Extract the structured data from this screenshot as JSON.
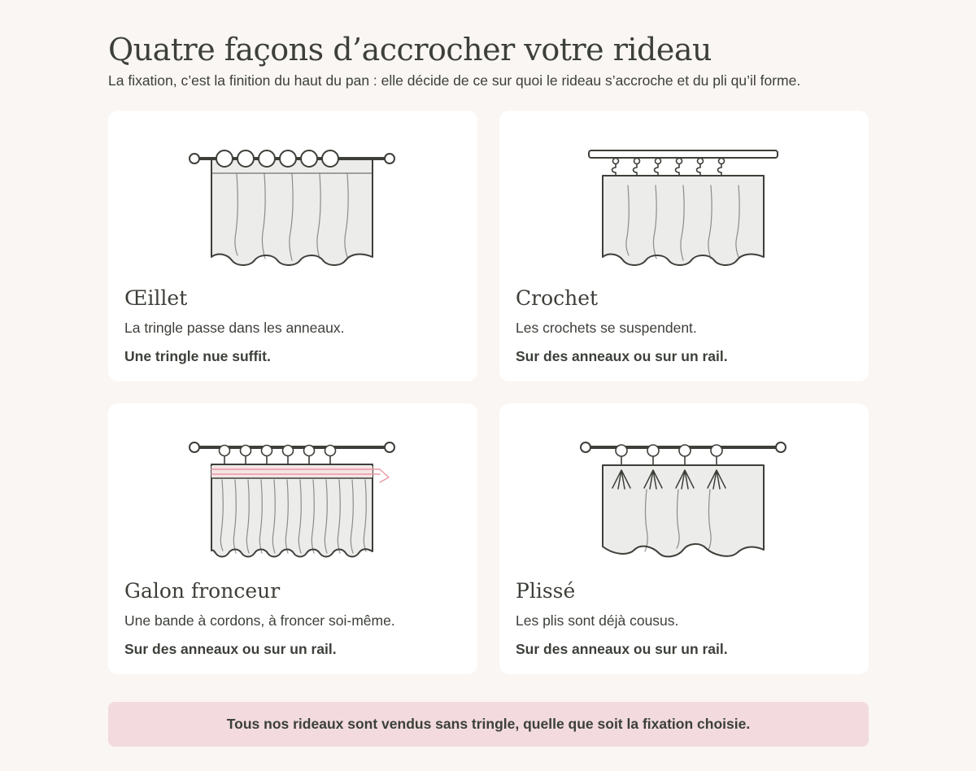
{
  "header": {
    "title": "Quatre façons d’accrocher votre rideau",
    "subtitle": "La fixation, c’est la finition du haut du pan : elle décide de ce sur quoi le rideau s’accroche et du pli qu’il forme."
  },
  "cards": [
    {
      "title": "Œillet",
      "description": "La tringle passe dans les anneaux.",
      "note": "Une tringle nue suffit.",
      "illustration": "eyelet-curtain-icon"
    },
    {
      "title": "Crochet",
      "description": "Les crochets se suspendent.",
      "note": "Sur des anneaux ou sur un rail.",
      "illustration": "hook-curtain-icon"
    },
    {
      "title": "Galon fronceur",
      "description": "Une bande à cordons, à froncer soi-même.",
      "note": "Sur des anneaux ou sur un rail.",
      "illustration": "gathering-tape-curtain-icon"
    },
    {
      "title": "Plissé",
      "description": "Les plis sont déjà cousus.",
      "note": "Sur des anneaux ou sur un rail.",
      "illustration": "pleated-curtain-icon"
    }
  ],
  "footer": {
    "text": "Tous nos rideaux sont vendus sans tringle, quelle que soit la fixation choisie."
  },
  "colors": {
    "background": "#faf6f3",
    "card": "#ffffff",
    "ink": "#3c4039",
    "fabric": "#ececeb",
    "accent_pink": "#e89aa3",
    "banner": "#f2dade"
  }
}
